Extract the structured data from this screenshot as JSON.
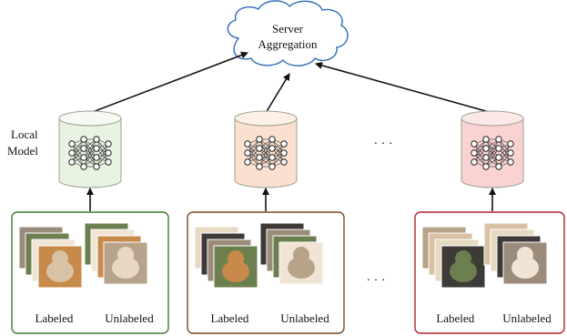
{
  "server": {
    "line1": "Server",
    "line2": "Aggregation"
  },
  "side_label": {
    "line1": "Local",
    "line2": "Model"
  },
  "ellipsis": "· · ·",
  "clients": [
    {
      "color": "#3f7b32",
      "db_fill": "#e9f3e1",
      "db_top": "#f6faf2",
      "labeled": "Labeled",
      "unlabeled": "Unlabeled"
    },
    {
      "color": "#7a4a25",
      "db_fill": "#fbe0cf",
      "db_top": "#fdf0e7",
      "labeled": "Labeled",
      "unlabeled": "Unlabeled"
    },
    {
      "color": "#b3212b",
      "db_fill": "#fbd2d2",
      "db_top": "#fde8e8",
      "labeled": "Labeled",
      "unlabeled": "Unlabeled"
    }
  ],
  "cloud": {
    "fill": "#ffffff",
    "stroke": "#2e6db4"
  },
  "photo_colors": [
    "#d9c1a4",
    "#9b8b7a",
    "#c78a4a",
    "#e7d8c2",
    "#6c7f4f",
    "#b7a28a",
    "#3e3a38",
    "#f0e5d5"
  ]
}
